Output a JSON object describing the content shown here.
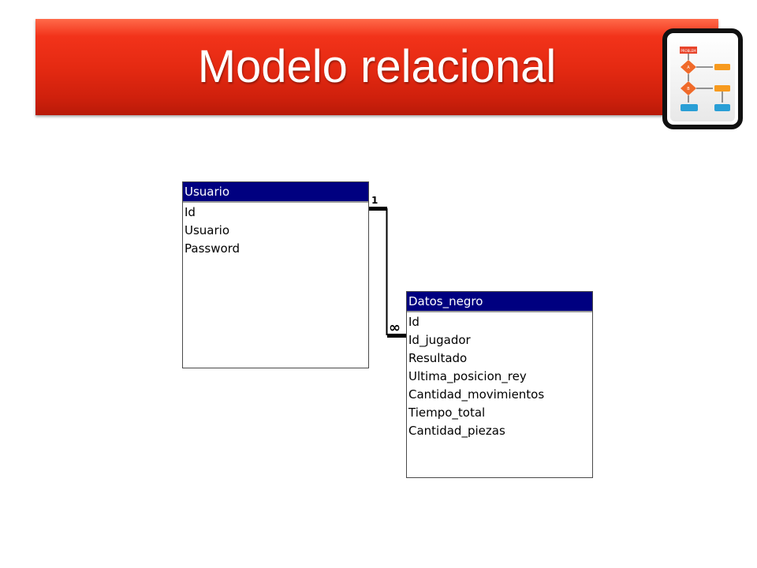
{
  "slide": {
    "title": "Modelo relacional"
  },
  "icon": {
    "name": "flowchart-icon",
    "box_label": "PROBLEM",
    "diamond_a": "A",
    "diamond_b": "B",
    "colors": {
      "start": "#e8442a",
      "diamond": "#f06a2a",
      "process": "#f79a1e",
      "end": "#2a9fd6"
    }
  },
  "diagram": {
    "tables": [
      {
        "name": "Usuario",
        "fields": [
          "Id",
          "Usuario",
          "Password"
        ]
      },
      {
        "name": "Datos_negro",
        "fields": [
          "Id",
          "Id_jugador",
          "Resultado",
          "Ultima_posicion_rey",
          "Cantidad_movimientos",
          "Tiempo_total",
          "Cantidad_piezas"
        ]
      }
    ],
    "relationship": {
      "from": "Usuario.Id",
      "to": "Datos_negro.Id_jugador",
      "one_label": "1",
      "many_label": "∞"
    },
    "colors": {
      "header": "#000080",
      "header_text": "#ffffff",
      "banner": "#e52a12"
    }
  }
}
